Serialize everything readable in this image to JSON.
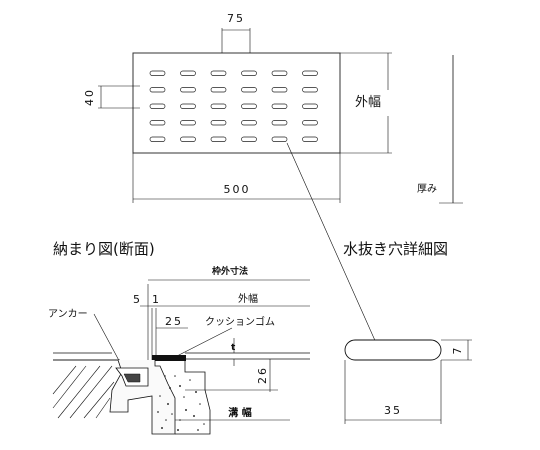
{
  "grate": {
    "dim_slot_pitch_h": "75",
    "dim_slot_pitch_v": "40",
    "dim_length": "500",
    "outer_width_label": "外幅",
    "thickness_label": "厚み",
    "slot_rows": 5,
    "slot_cols": 6
  },
  "section": {
    "title": "納まり図(断面)",
    "frame_outer_label": "枠外寸法",
    "dim_5": "5",
    "dim_1": "1",
    "outer_width_label": "外幅",
    "dim_25": "25",
    "anchor_label": "アンカー",
    "cushion_label": "クッションゴム",
    "t_label": "t",
    "dim_26": "26",
    "trench_width_label": "溝 幅"
  },
  "hole_detail": {
    "title": "水抜き穴詳細図",
    "dim_height": "7",
    "dim_length": "35"
  }
}
